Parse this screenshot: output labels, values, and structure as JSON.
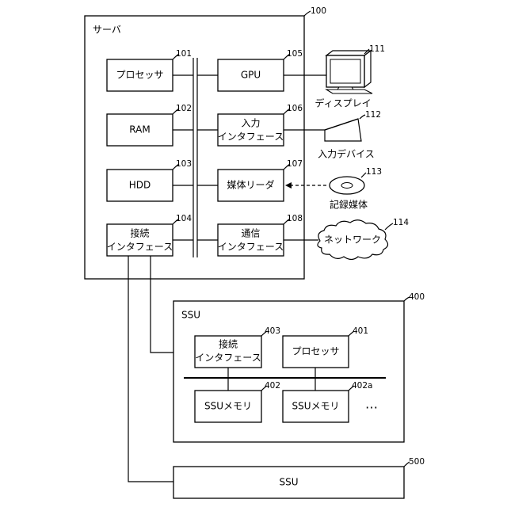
{
  "server": {
    "title": "サーバ",
    "ref": "100"
  },
  "processor": {
    "label": "プロセッサ",
    "ref": "101"
  },
  "ram": {
    "label": "RAM",
    "ref": "102"
  },
  "hdd": {
    "label": "HDD",
    "ref": "103"
  },
  "conn_if": {
    "line1": "接続",
    "line2": "インタフェース",
    "ref": "104"
  },
  "gpu": {
    "label": "GPU",
    "ref": "105"
  },
  "input_if": {
    "line1": "入力",
    "line2": "インタフェース",
    "ref": "106"
  },
  "media_reader": {
    "label": "媒体リーダ",
    "ref": "107"
  },
  "comm_if": {
    "line1": "通信",
    "line2": "インタフェース",
    "ref": "108"
  },
  "display": {
    "label": "ディスプレイ",
    "ref": "111",
    "icon": "monitor-icon"
  },
  "input_device": {
    "label": "入力デバイス",
    "ref": "112",
    "icon": "input-device-icon"
  },
  "recording_medium": {
    "label": "記録媒体",
    "ref": "113",
    "icon": "disk-icon"
  },
  "network": {
    "label": "ネットワーク",
    "ref": "114",
    "icon": "cloud-icon"
  },
  "ssu1": {
    "title": "SSU",
    "ref": "400",
    "processor": {
      "label": "プロセッサ",
      "ref": "401"
    },
    "memory": {
      "label": "SSUメモリ",
      "ref": "402"
    },
    "memory_a": {
      "label": "SSUメモリ",
      "ref": "402a"
    },
    "conn_if": {
      "line1": "接続",
      "line2": "インタフェース",
      "ref": "403"
    },
    "ellipsis": "…"
  },
  "ssu2": {
    "title": "SSU",
    "ref": "500"
  }
}
